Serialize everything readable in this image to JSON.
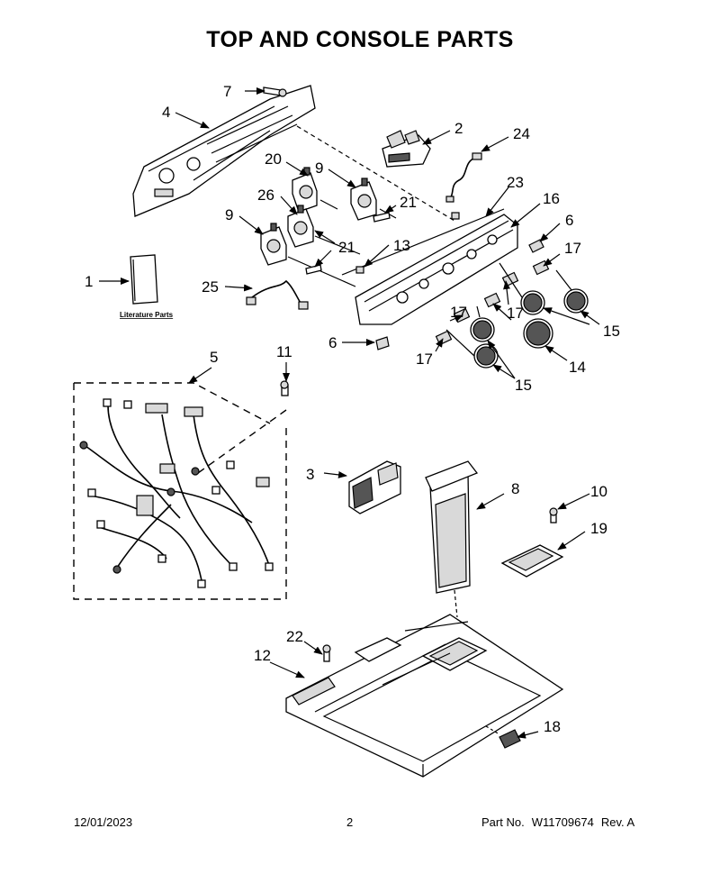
{
  "title": "TOP AND CONSOLE PARTS",
  "literature_label": "Literature Parts",
  "callouts": [
    "1",
    "2",
    "3",
    "4",
    "5",
    "6",
    "6",
    "7",
    "8",
    "9",
    "9",
    "10",
    "11",
    "12",
    "13",
    "14",
    "15",
    "15",
    "16",
    "17",
    "17",
    "17",
    "17",
    "18",
    "19",
    "20",
    "21",
    "21",
    "22",
    "23",
    "24",
    "25",
    "26"
  ],
  "footer": {
    "date": "12/01/2023",
    "page": "2",
    "part_label": "Part No.",
    "part_number": "W11709674",
    "revision": "Rev. A"
  }
}
